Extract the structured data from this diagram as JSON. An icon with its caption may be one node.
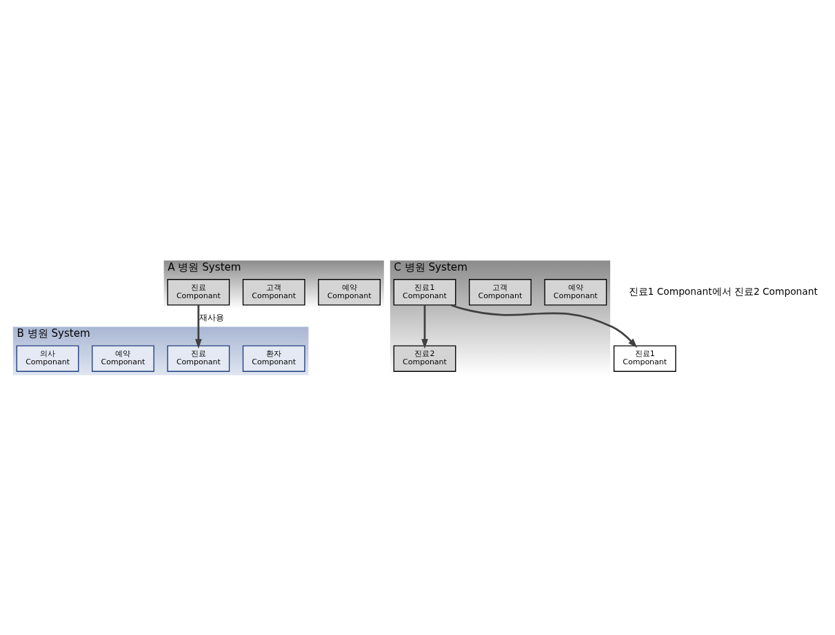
{
  "diagram": {
    "nodes": [
      {
        "text": [
          "A 병원 System"
        ]
      },
      {
        "text": [
          "예약 Componant"
        ],
        "in": 0
      },
      {
        "text": [
          "고객 Componant"
        ],
        "in": 0
      },
      {
        "text": [
          "진료 Componant"
        ],
        "in": 0
      },
      {
        "text": [
          "B 병원 System"
        ]
      },
      {
        "text": [
          "환자 Componant"
        ],
        "in": 4
      },
      {
        "text": [
          "진료 Componant"
        ],
        "in": 4
      },
      {
        "text": [
          "예약 Componant"
        ],
        "in": 4
      },
      {
        "text": [
          "의사 Componant"
        ],
        "in": 4
      },
      {
        "text": [
          "C 병원 System"
        ]
      },
      {
        "text": [
          "예약 Componant"
        ],
        "in": 9
      },
      {
        "text": [
          "진료2 Componant"
        ],
        "in": 9
      },
      {
        "text": [
          "고객 Componant"
        ],
        "in": 9
      },
      {
        "text": [
          "진료1 Componant"
        ],
        "in": 9
      },
      {
        "text": [
          "진료1 Componant"
        ]
      }
    ],
    "edges": [
      {
        "from": 3,
        "to": 6,
        "arrow": "to",
        "label": "재사용"
      },
      {
        "from": 13,
        "to": 11,
        "arrow": "to"
      },
      {
        "from": 13,
        "to": 14,
        "arrow": "to"
      }
    ],
    "labels": [
      "진료1 Componant에서 진료2 Componant"
    ]
  }
}
